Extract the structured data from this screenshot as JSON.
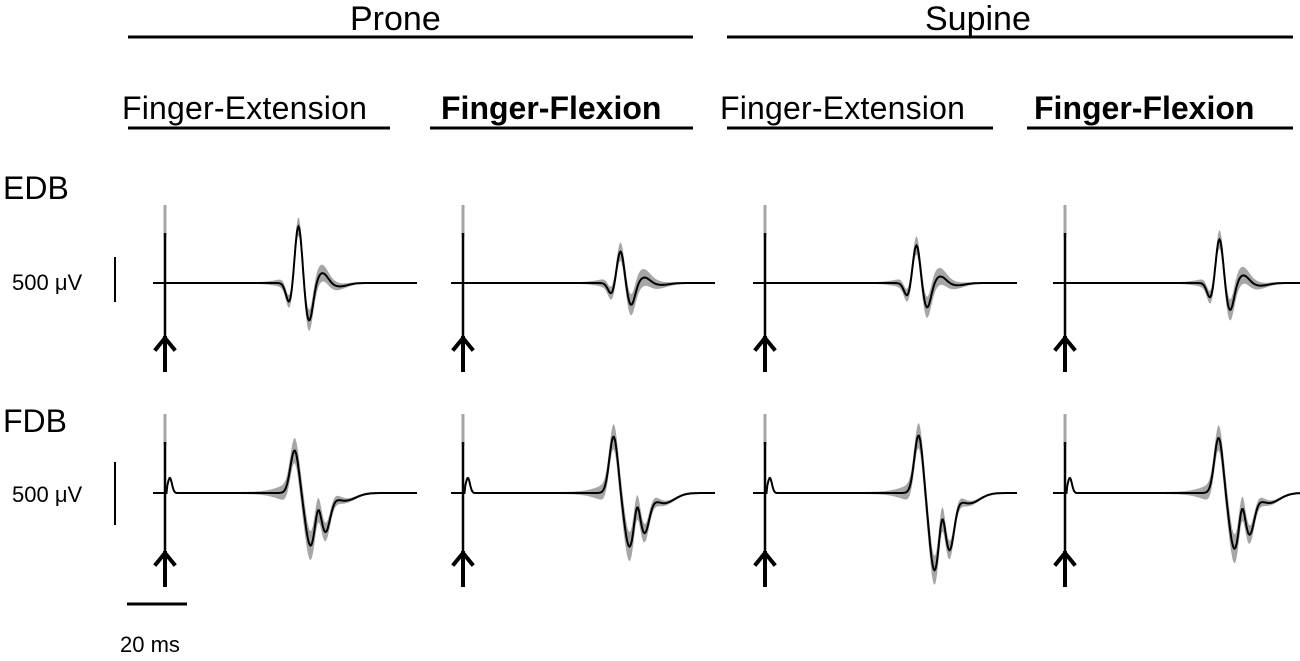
{
  "chart_data": {
    "type": "line",
    "posture_headers": [
      "Prone",
      "Supine"
    ],
    "conditions": [
      {
        "posture": "Prone",
        "label": "Finger-Extension"
      },
      {
        "posture": "Prone",
        "label": "Finger-Flexion"
      },
      {
        "posture": "Supine",
        "label": "Finger-Extension"
      },
      {
        "posture": "Supine",
        "label": "Finger-Flexion"
      }
    ],
    "muscles": [
      "EDB",
      "FDB"
    ],
    "amplitude_scale_label": "500 μV",
    "time_scale_label": "20 ms",
    "amplitude_scale_uV": 500,
    "time_scale_ms": 20,
    "time_range_ms": [
      -4,
      84
    ],
    "stimulus_marker": "arrow-up-icon",
    "colors": {
      "mean_trace": "#000000",
      "band": "#a6a6a6"
    },
    "panels": [
      {
        "muscle": "EDB",
        "condition": 0,
        "response_onset_ms": 41,
        "response_peak_uV": 650,
        "response_trough_uV": -430
      },
      {
        "muscle": "EDB",
        "condition": 1,
        "response_onset_ms": 49,
        "response_peak_uV": 360,
        "response_trough_uV": -250
      },
      {
        "muscle": "EDB",
        "condition": 2,
        "response_onset_ms": 47,
        "response_peak_uV": 430,
        "response_trough_uV": -280
      },
      {
        "muscle": "EDB",
        "condition": 3,
        "response_onset_ms": 48,
        "response_peak_uV": 500,
        "response_trough_uV": -310
      },
      {
        "muscle": "FDB",
        "condition": 0,
        "response_onset_ms": 40,
        "response_peak_uV": 340,
        "response_trough_uV": -490
      },
      {
        "muscle": "FDB",
        "condition": 1,
        "response_onset_ms": 47,
        "response_peak_uV": 450,
        "response_trough_uV": -500
      },
      {
        "muscle": "FDB",
        "condition": 2,
        "response_onset_ms": 48,
        "response_peak_uV": 460,
        "response_trough_uV": -720
      },
      {
        "muscle": "FDB",
        "condition": 3,
        "response_onset_ms": 48,
        "response_peak_uV": 440,
        "response_trough_uV": -520
      }
    ]
  }
}
